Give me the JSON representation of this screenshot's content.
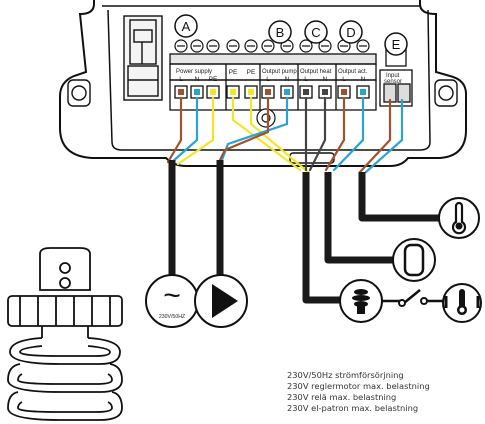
{
  "terminals": {
    "a": "A",
    "b": "B",
    "c": "C",
    "d": "D",
    "e": "E"
  },
  "group_labels": {
    "power_supply": "Power supply",
    "output_pump": "Output pump",
    "output_heat": "Output heat",
    "output_act": "Output act.",
    "input_sensor_line1": "Input",
    "input_sensor_line2": "sensor"
  },
  "pin_labels": {
    "l": "L",
    "n": "N",
    "pe": "PE"
  },
  "power_symbol": {
    "glyph": "~",
    "rating": "230V/50HZ"
  },
  "icons": [
    "tilde-power-icon",
    "play-pump-icon",
    "thermometer-icon",
    "bulb-heater-icon",
    "actuator-icon",
    "thermostat-icon",
    "heating-element-icon"
  ],
  "notes": [
    "230V/50Hz strömförsörjning",
    "230V reglermotor max. belastning",
    "230V relä max. belastning",
    "230V el-patron max. belastning"
  ],
  "colors": {
    "brown_wire": "#a0522d",
    "blue_wire": "#29a3d6",
    "yellow_wire": "#f2e52a",
    "cable": "#1a1a1a",
    "outline": "#111111"
  }
}
